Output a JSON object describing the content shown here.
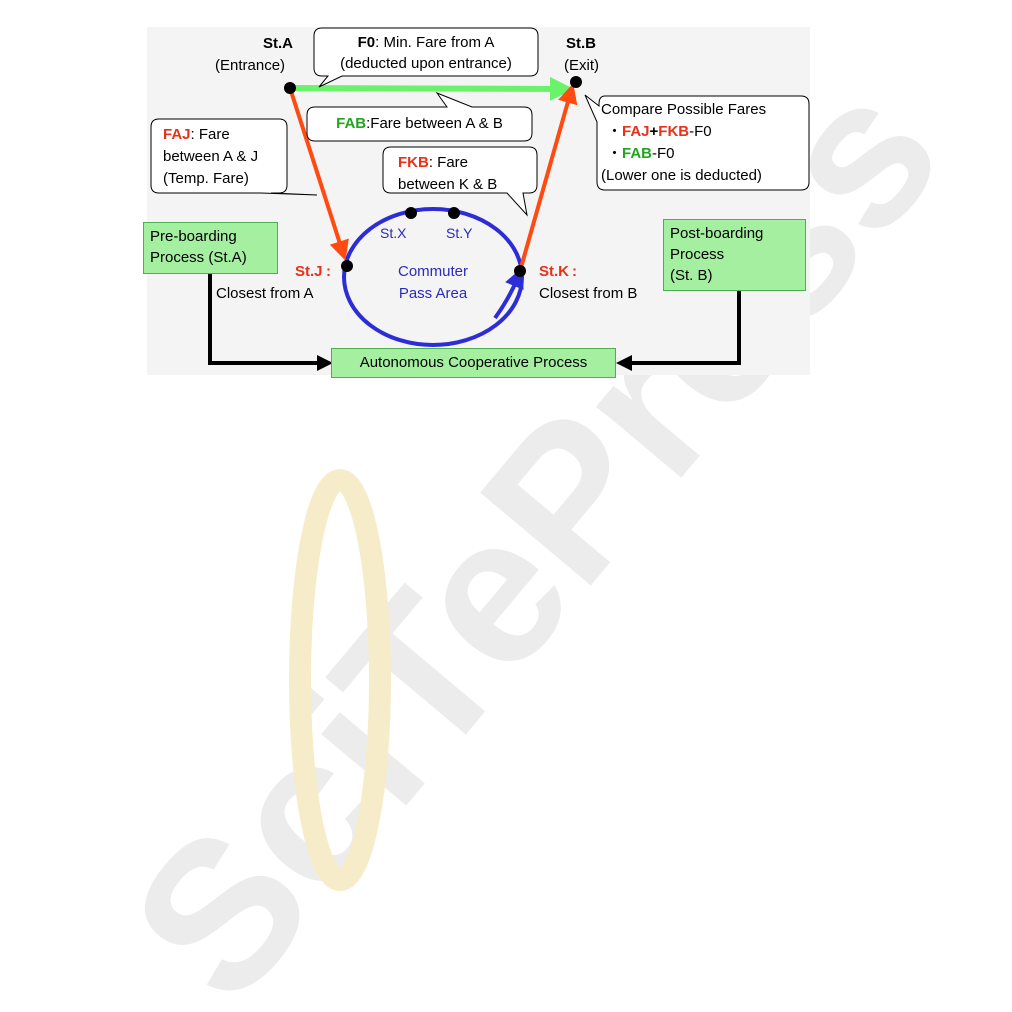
{
  "watermark": {
    "text": "SciTePress",
    "color": "#ececec"
  },
  "stations": {
    "a_name": "St.A",
    "a_note": "(Entrance)",
    "b_name": "St.B",
    "b_note": "(Exit)",
    "j_name": "St.J",
    "j_note": "Closest from A",
    "k_name": "St.K",
    "k_note": "Closest from B",
    "x_name": "St.X",
    "y_name": "St.Y"
  },
  "area_label": [
    "Commuter",
    "Pass Area"
  ],
  "callouts": {
    "f0": {
      "code": "F0",
      "line1": ": Min. Fare from A",
      "line2": "(deducted upon entrance)"
    },
    "fab": {
      "code": "FAB",
      "text": ":Fare between A & B"
    },
    "faj": {
      "code": "FAJ",
      "line1": ": Fare",
      "line2": "between A & J",
      "line3": "(Temp. Fare)"
    },
    "fkb": {
      "code": "FKB",
      "line1": ": Fare",
      "line2": "between K & B"
    },
    "compare": {
      "title": "Compare Possible Fares",
      "bullet": "・",
      "opt1_a": "FAJ",
      "opt1_plus": "+",
      "opt1_b": "FKB",
      "opt1_rest": "-F0",
      "opt2_a": "FAB",
      "opt2_rest": "-F0",
      "footer": "(Lower one is deducted)"
    }
  },
  "processes": {
    "pre_boarding": [
      "Pre-boarding",
      "Process (St.A)"
    ],
    "post_boarding": [
      "Post-boarding",
      "Process",
      "(St. B)"
    ],
    "autonomous": "Autonomous Cooperative Process"
  },
  "colors": {
    "red_route": "#ff4a12",
    "green_route": "#6af26a",
    "blue_route": "#2d2dd8",
    "red_text": "#e8301a",
    "green_text": "#21a51f",
    "box_fill": "#a4f0a0"
  }
}
